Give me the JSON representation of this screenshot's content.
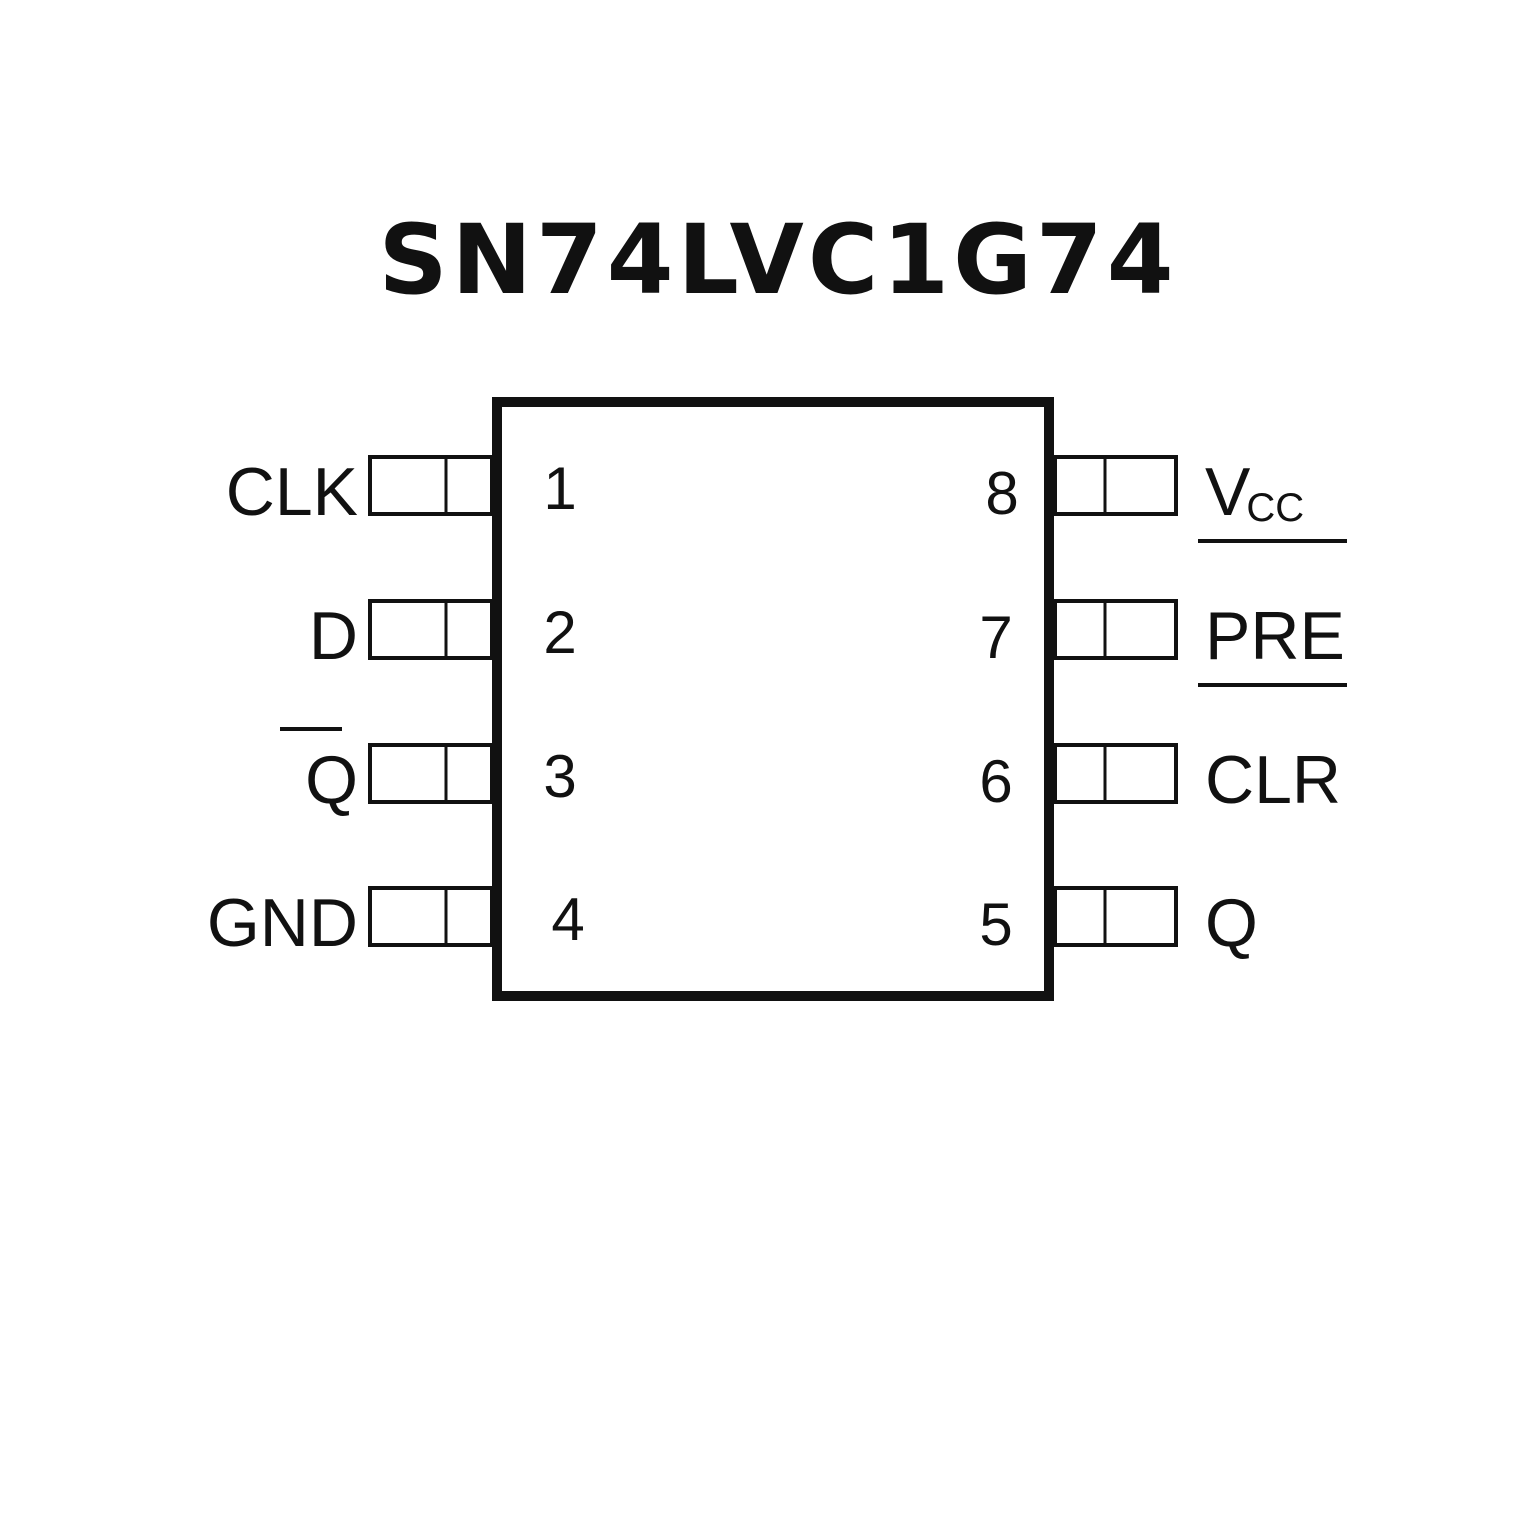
{
  "title": "SN74LVC1G74",
  "colors": {
    "ink": "#111111",
    "background": "#ffffff"
  },
  "pins_left": [
    {
      "number": "1",
      "name": "CLK",
      "overbar": false
    },
    {
      "number": "2",
      "name": "D",
      "overbar": false
    },
    {
      "number": "3",
      "name": "Q",
      "overbar": true
    },
    {
      "number": "4",
      "name": "GND",
      "overbar": false
    }
  ],
  "pins_right": [
    {
      "number": "8",
      "name": "V",
      "subscript": "CC",
      "overbar": false
    },
    {
      "number": "7",
      "name": "PRE",
      "overbar": true
    },
    {
      "number": "6",
      "name": "CLR",
      "overbar": true
    },
    {
      "number": "5",
      "name": "Q",
      "overbar": false
    }
  ]
}
